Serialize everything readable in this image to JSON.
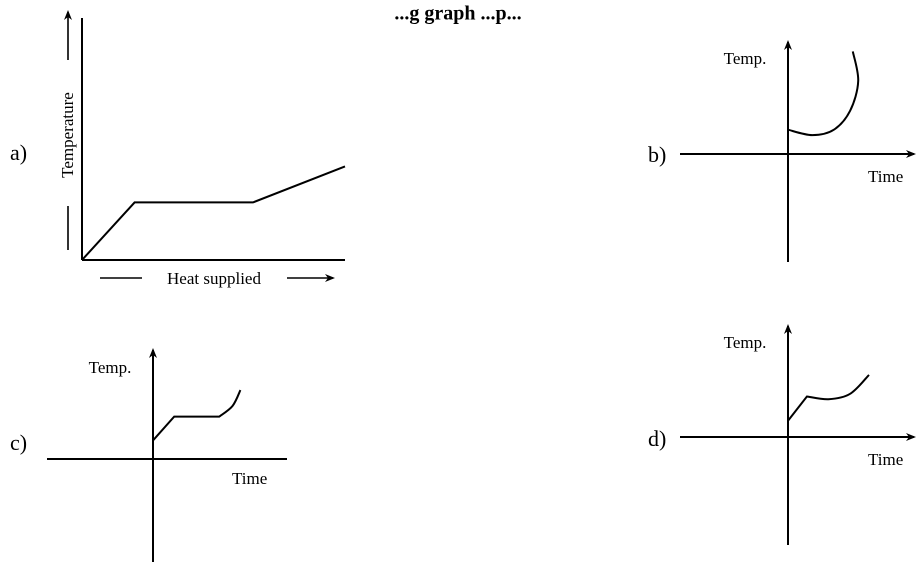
{
  "heading": "...g graph ...p...",
  "colors": {
    "ink": "#000000",
    "background": "#ffffff"
  },
  "chart_data": [
    {
      "panel": "a)",
      "type": "line",
      "xlabel": "Heat supplied",
      "ylabel": "Temperature",
      "x_arrow": "right",
      "y_arrow": "up",
      "axes_cross_origin": false,
      "xlim": [
        0,
        10
      ],
      "ylim": [
        0,
        10
      ],
      "series": [
        {
          "x": [
            0,
            2.0,
            6.5,
            10
          ],
          "values": [
            0,
            2.4,
            2.4,
            3.9
          ]
        }
      ],
      "grid": false
    },
    {
      "panel": "b)",
      "type": "line",
      "xlabel": "Time",
      "ylabel": "Temp.",
      "x_arrow": "right",
      "y_arrow": "up",
      "axes_cross_origin": true,
      "xlim": [
        -4,
        4
      ],
      "ylim": [
        -4,
        4
      ],
      "series": [
        {
          "x": [
            0,
            0.9,
            1.7,
            2.3,
            2.6,
            2.4
          ],
          "values": [
            0.9,
            0.7,
            0.9,
            1.6,
            2.7,
            3.8
          ]
        }
      ],
      "grid": false
    },
    {
      "panel": "c)",
      "type": "line",
      "xlabel": "Time",
      "ylabel": "Temp.",
      "x_arrow": "none",
      "y_arrow": "up",
      "axes_cross_origin": true,
      "xlim": [
        -4,
        4
      ],
      "ylim": [
        -4,
        4
      ],
      "series": [
        {
          "x": [
            0,
            0.8,
            2.5,
            3.0,
            3.3
          ],
          "values": [
            0.7,
            1.6,
            1.6,
            2.0,
            2.6
          ]
        }
      ],
      "grid": false
    },
    {
      "panel": "d)",
      "type": "line",
      "xlabel": "Time",
      "ylabel": "Temp.",
      "x_arrow": "right",
      "y_arrow": "up",
      "axes_cross_origin": true,
      "xlim": [
        -4,
        4
      ],
      "ylim": [
        -4,
        4
      ],
      "series": [
        {
          "x": [
            0,
            0.7,
            1.5,
            2.3,
            3.0
          ],
          "values": [
            0.6,
            1.5,
            1.4,
            1.6,
            2.3
          ]
        }
      ],
      "grid": false
    }
  ]
}
